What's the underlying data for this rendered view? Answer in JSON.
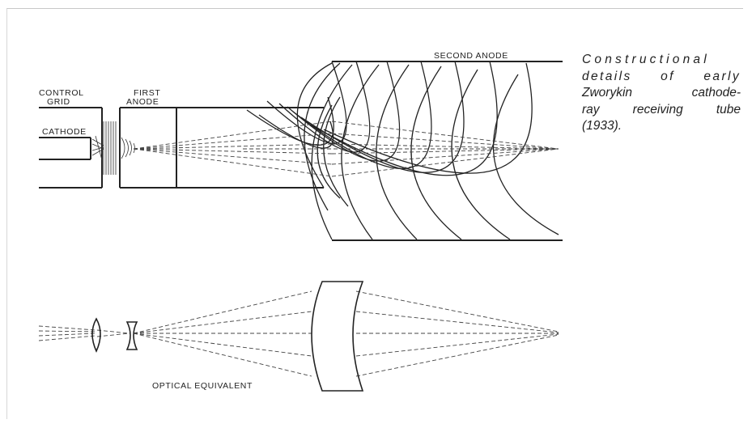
{
  "labels": {
    "second_anode": "SECOND ANODE",
    "control": "CONTROL",
    "grid": "GRID",
    "first": "FIRST",
    "anode": "ANODE",
    "cathode": "CATHODE",
    "optical_equivalent": "OPTICAL EQUIVALENT"
  },
  "caption": {
    "line1": "Constructional",
    "line2": "details of early",
    "line3": "Zworykin cathode-",
    "line4": "ray receiving tube",
    "line5": "(1933)."
  }
}
